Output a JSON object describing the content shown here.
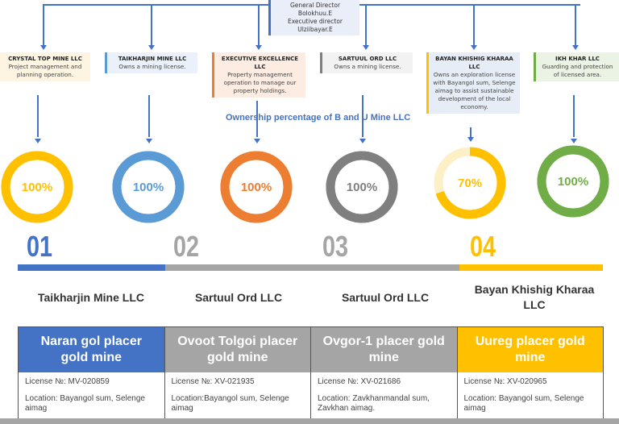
{
  "director": {
    "lines": [
      "General Director",
      "Bolokhuu.E",
      "Executive director",
      "Ulziibayar.E"
    ]
  },
  "subsidiaries": [
    {
      "name": "CRYSTAL TOP MINE LLC",
      "desc": "Project management and planning operation.",
      "color": "#ffc000",
      "bg": "#fdf5e2",
      "percent": 100
    },
    {
      "name": "TAIKHARJIN MINE LLC",
      "desc": "Owns a mining license.",
      "color": "#5b9bd5",
      "bg": "#eaf1fa",
      "percent": 100
    },
    {
      "name": "EXECUTIVE EXCELLENCE LLC",
      "desc": "Property management operation to manage our property holdings.",
      "color": "#ed7d31",
      "bg": "#fcece2",
      "percent": 100
    },
    {
      "name": "SARTUUL ORD LLC",
      "desc": "Owns a mining license.",
      "color": "#7f7f7f",
      "bg": "#f2f2f2",
      "percent": 100
    },
    {
      "name": "BAYAN KHISHIG KHARAA LLC",
      "desc": "Owns an exploration license with Bayangol sum, Selenge aimag to assist sustainable development of the local economy.",
      "color": "#ffc000",
      "bg": "#e6edf7",
      "percent": 70
    },
    {
      "name": "IKH KHAR LLC",
      "desc": "Guarding and protection of licensed area.",
      "color": "#70ad47",
      "bg": "#ebf3e4",
      "percent": 100
    }
  ],
  "percent_labels": [
    "100%",
    "100%",
    "100%",
    "100%",
    "70%",
    "100%"
  ],
  "ownership_title": "Ownership percentage of B and U Mine  LLC",
  "steps": [
    {
      "num": "01",
      "color": "#4472c4",
      "company": "Taikharjin Mine LLC"
    },
    {
      "num": "02",
      "color": "#a5a5a5",
      "company": "Sartuul Ord LLC"
    },
    {
      "num": "03",
      "color": "#a5a5a5",
      "company": "Sartuul Ord LLC"
    },
    {
      "num": "04",
      "color": "#ffc000",
      "company": "Bayan Khishig Kharaa LLC"
    }
  ],
  "mines": [
    {
      "title": "Naran gol placer gold mine",
      "license": "License №: MV-020859",
      "location": "Location: Bayangol sum, Selenge aimag",
      "color": "#4472c4"
    },
    {
      "title": "Ovoot Tolgoi placer gold mine",
      "license": "License №: XV-021935",
      "location": "Location:Bayangol sum, Selenge aimag",
      "color": "#a5a5a5"
    },
    {
      "title": "Ovgor-1 placer gold mine",
      "license": "License №: XV-021686",
      "location": "Location: Zavkhanmandal sum, Zavkhan aimag.",
      "color": "#a5a5a5"
    },
    {
      "title": "Uureg placer gold mine",
      "license": "License №: XV-020965",
      "location": "Location: Bayangol sum, Selenge aimag",
      "color": "#ffc000"
    }
  ]
}
